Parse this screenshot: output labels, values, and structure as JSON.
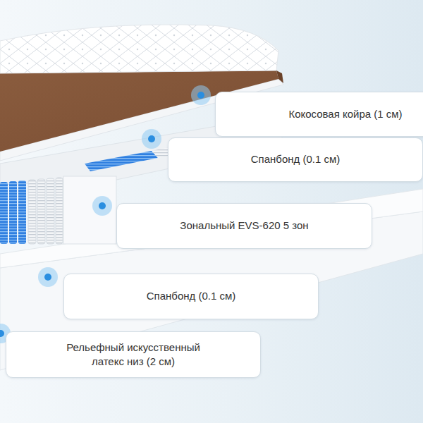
{
  "diagram": {
    "nodes": [
      {
        "text": [
          "Кокосовая койра (1 см)"
        ]
      },
      {
        "text": [
          "Спанбонд (0.1 см)"
        ]
      },
      {
        "text": [
          "Зональный EVS-620 5 зон"
        ]
      },
      {
        "text": [
          "Спанбонд (0.1 см)"
        ]
      },
      {
        "text": [
          "Рельефный искусственный латекс низ (2 см)"
        ]
      }
    ],
    "edges": []
  }
}
